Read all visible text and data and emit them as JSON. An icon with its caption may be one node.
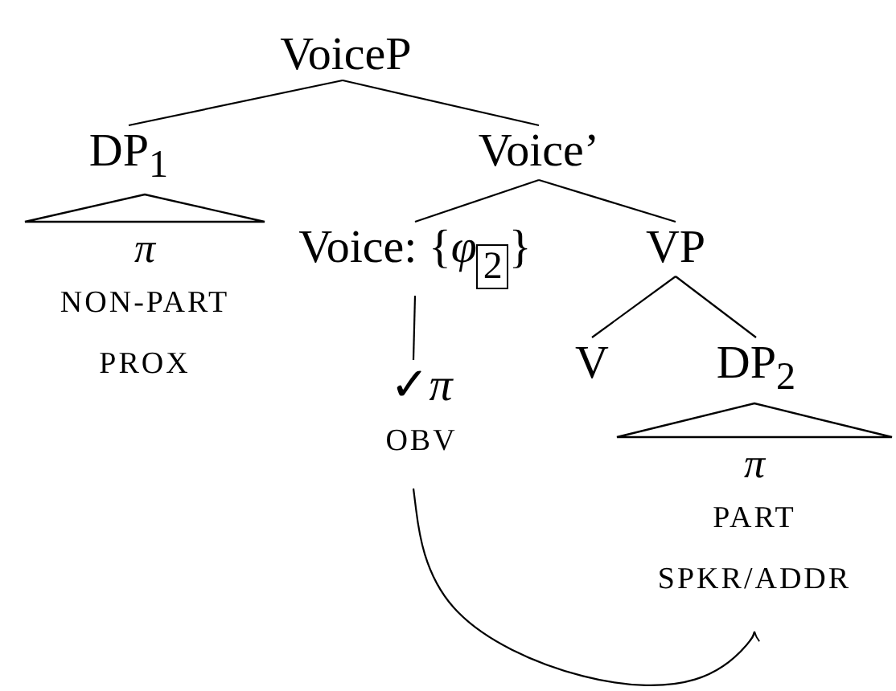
{
  "diagram": {
    "nodes": [
      {
        "text": [
          "VoiceP"
        ]
      },
      {
        "text": [
          "DP$_{1}$"
        ]
      },
      {
        "text": [
          "Voice’"
        ]
      },
      {
        "text": [
          "π",
          "NON-PART",
          "PROX"
        ]
      },
      {
        "text": [
          "Voice: {*φ*$_{2}$}"
        ]
      },
      {
        "text": [
          "VP"
        ]
      },
      {
        "text": [
          "✓*π*",
          "OBV"
        ]
      },
      {
        "text": [
          "V"
        ]
      },
      {
        "text": [
          "DP$_{2}$"
        ]
      },
      {
        "text": [
          "π",
          "PART",
          "SPKR/ADDR"
        ]
      }
    ],
    "edges": [
      {
        "from": 0,
        "to": 1,
        "arrow": "none"
      },
      {
        "from": 0,
        "to": 2,
        "arrow": "none"
      },
      {
        "from": 2,
        "to": 4,
        "arrow": "none"
      },
      {
        "from": 2,
        "to": 5,
        "arrow": "none"
      },
      {
        "from": 4,
        "to": 6,
        "arrow": "none"
      },
      {
        "from": 5,
        "to": 7,
        "arrow": "none"
      },
      {
        "from": 5,
        "to": 8,
        "arrow": "none"
      },
      {
        "from": 6,
        "to": 9,
        "arrow": "to"
      }
    ]
  }
}
